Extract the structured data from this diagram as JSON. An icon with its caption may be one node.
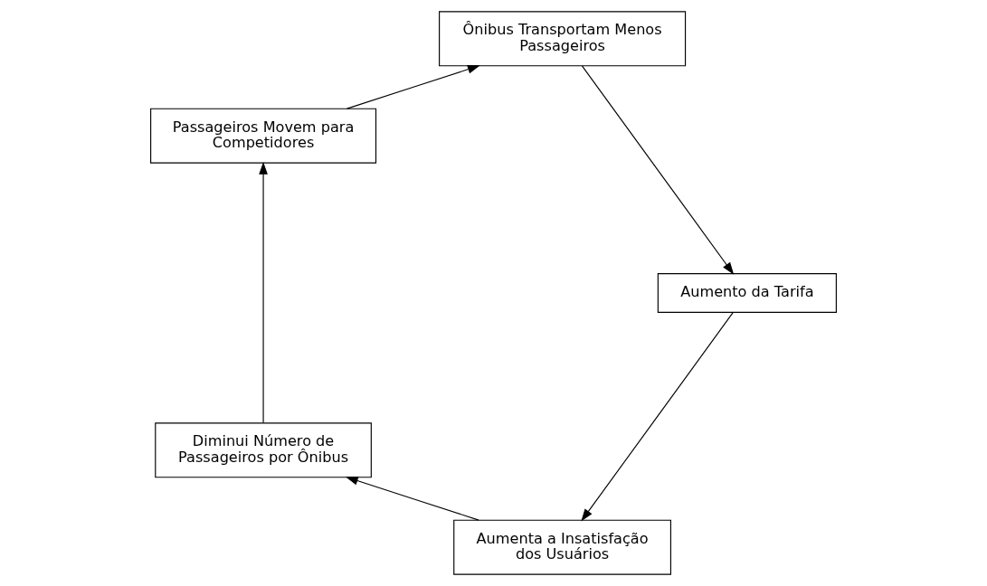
{
  "diagram": {
    "nodes": [
      {
        "text": [
          "Aumenta a Insatisfação dos Usuários"
        ]
      },
      {
        "text": [
          "Diminui Número de Passageiros por Ônibus"
        ]
      },
      {
        "text": [
          "Passageiros Movem para Competidores"
        ]
      },
      {
        "text": [
          "Ônibus Transportam Menos Passageiros"
        ]
      },
      {
        "text": [
          "Aumento da Tarifa"
        ]
      }
    ],
    "edges": [
      {
        "from": 0,
        "to": 1,
        "arrow": "to"
      },
      {
        "from": 1,
        "to": 2,
        "arrow": "to"
      },
      {
        "from": 2,
        "to": 3,
        "arrow": "to"
      },
      {
        "from": 3,
        "to": 4,
        "arrow": "to"
      },
      {
        "from": 4,
        "to": 0,
        "arrow": "to"
      }
    ]
  }
}
